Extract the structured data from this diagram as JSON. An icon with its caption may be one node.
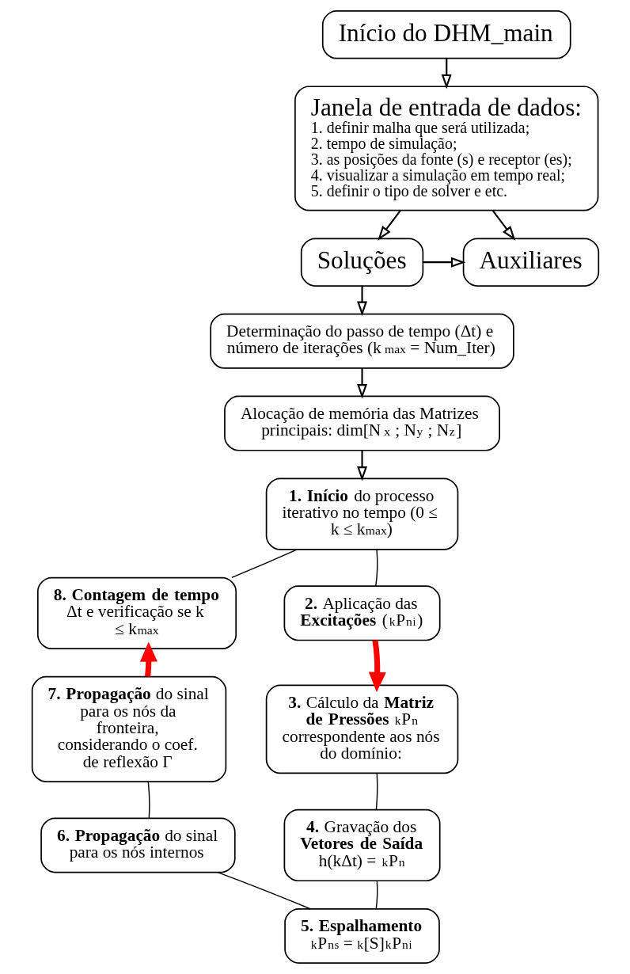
{
  "diagram": {
    "nodes": [
      {
        "text": [
          "Início do DHM_main"
        ]
      },
      {
        "text": [
          "Janela de entrada de dados:",
          "1. definir malha que será utilizada;",
          "2. tempo de simulação;",
          "3. as posições da fonte (s) e receptor (es);",
          "4. visualizar a simulação em tempo real;",
          "5. definir o tipo de solver e etc."
        ]
      },
      {
        "text": [
          "Soluções"
        ]
      },
      {
        "text": [
          "Auxiliares"
        ]
      },
      {
        "text": [
          "Determinação do passo de tempo (Δt) e número de iterações (k$_{max}$ = Num_Iter)"
        ]
      },
      {
        "text": [
          "Alocação de memória das Matrizes principais: dim[N$_{x}$ ; N$_{y}$ ; N$_{z}$]"
        ]
      },
      {
        "text": [
          "**1. Início** do processo iterativo no tempo (0 ≤ k ≤ k$_{max}$)"
        ]
      },
      {
        "text": [
          "**8. Contagem de tempo** Δt e verificação se k ≤ k$_{max}$"
        ]
      },
      {
        "text": [
          "**2.** Aplicação das **Excitações** ($_{k}$P$_{n}$$^{i}$)"
        ]
      },
      {
        "text": [
          "**7. Propagação** do sinal para os nós da fronteira, considerando o coef. de reflexão Γ"
        ]
      },
      {
        "text": [
          "**3.** Cálculo da **Matriz de Pressões** $_{k}$P$_{n}$ correspondente aos nós do domínio:"
        ]
      },
      {
        "text": [
          "**6. Propagação** do sinal para os nós internos"
        ]
      },
      {
        "text": [
          "**4.** Gravação dos **Vetores de Saída** h(kΔt) = $_{k}$P$_{n}$"
        ]
      },
      {
        "text": [
          "**5. Espalhamento** $_{k}$P$_{n}$$^{s}$ = $_{k}$[S]$_{k}$P$_{n}$$^{i}$"
        ]
      }
    ],
    "edges": [
      {
        "from": 0,
        "to": 1,
        "arrow": "to"
      },
      {
        "from": 1,
        "to": 2,
        "arrow": "to"
      },
      {
        "from": 1,
        "to": 3,
        "arrow": "to"
      },
      {
        "from": 2,
        "to": 3,
        "arrow": "to"
      },
      {
        "from": 2,
        "to": 4,
        "arrow": "to"
      },
      {
        "from": 4,
        "to": 5,
        "arrow": "to"
      },
      {
        "from": 5,
        "to": 6,
        "arrow": "to"
      },
      {
        "from": 6,
        "to": 8,
        "arrow": "none"
      },
      {
        "from": 8,
        "to": 10,
        "arrow": "to",
        "style": "thick",
        "color": "#ff0000"
      },
      {
        "from": 10,
        "to": 12,
        "arrow": "none"
      },
      {
        "from": 12,
        "to": 13,
        "arrow": "none"
      },
      {
        "from": 13,
        "to": 11,
        "arrow": "none"
      },
      {
        "from": 11,
        "to": 9,
        "arrow": "none"
      },
      {
        "from": 9,
        "to": 7,
        "arrow": "to",
        "style": "thick",
        "color": "#ff0000"
      },
      {
        "from": 7,
        "to": 6,
        "arrow": "none"
      }
    ]
  }
}
